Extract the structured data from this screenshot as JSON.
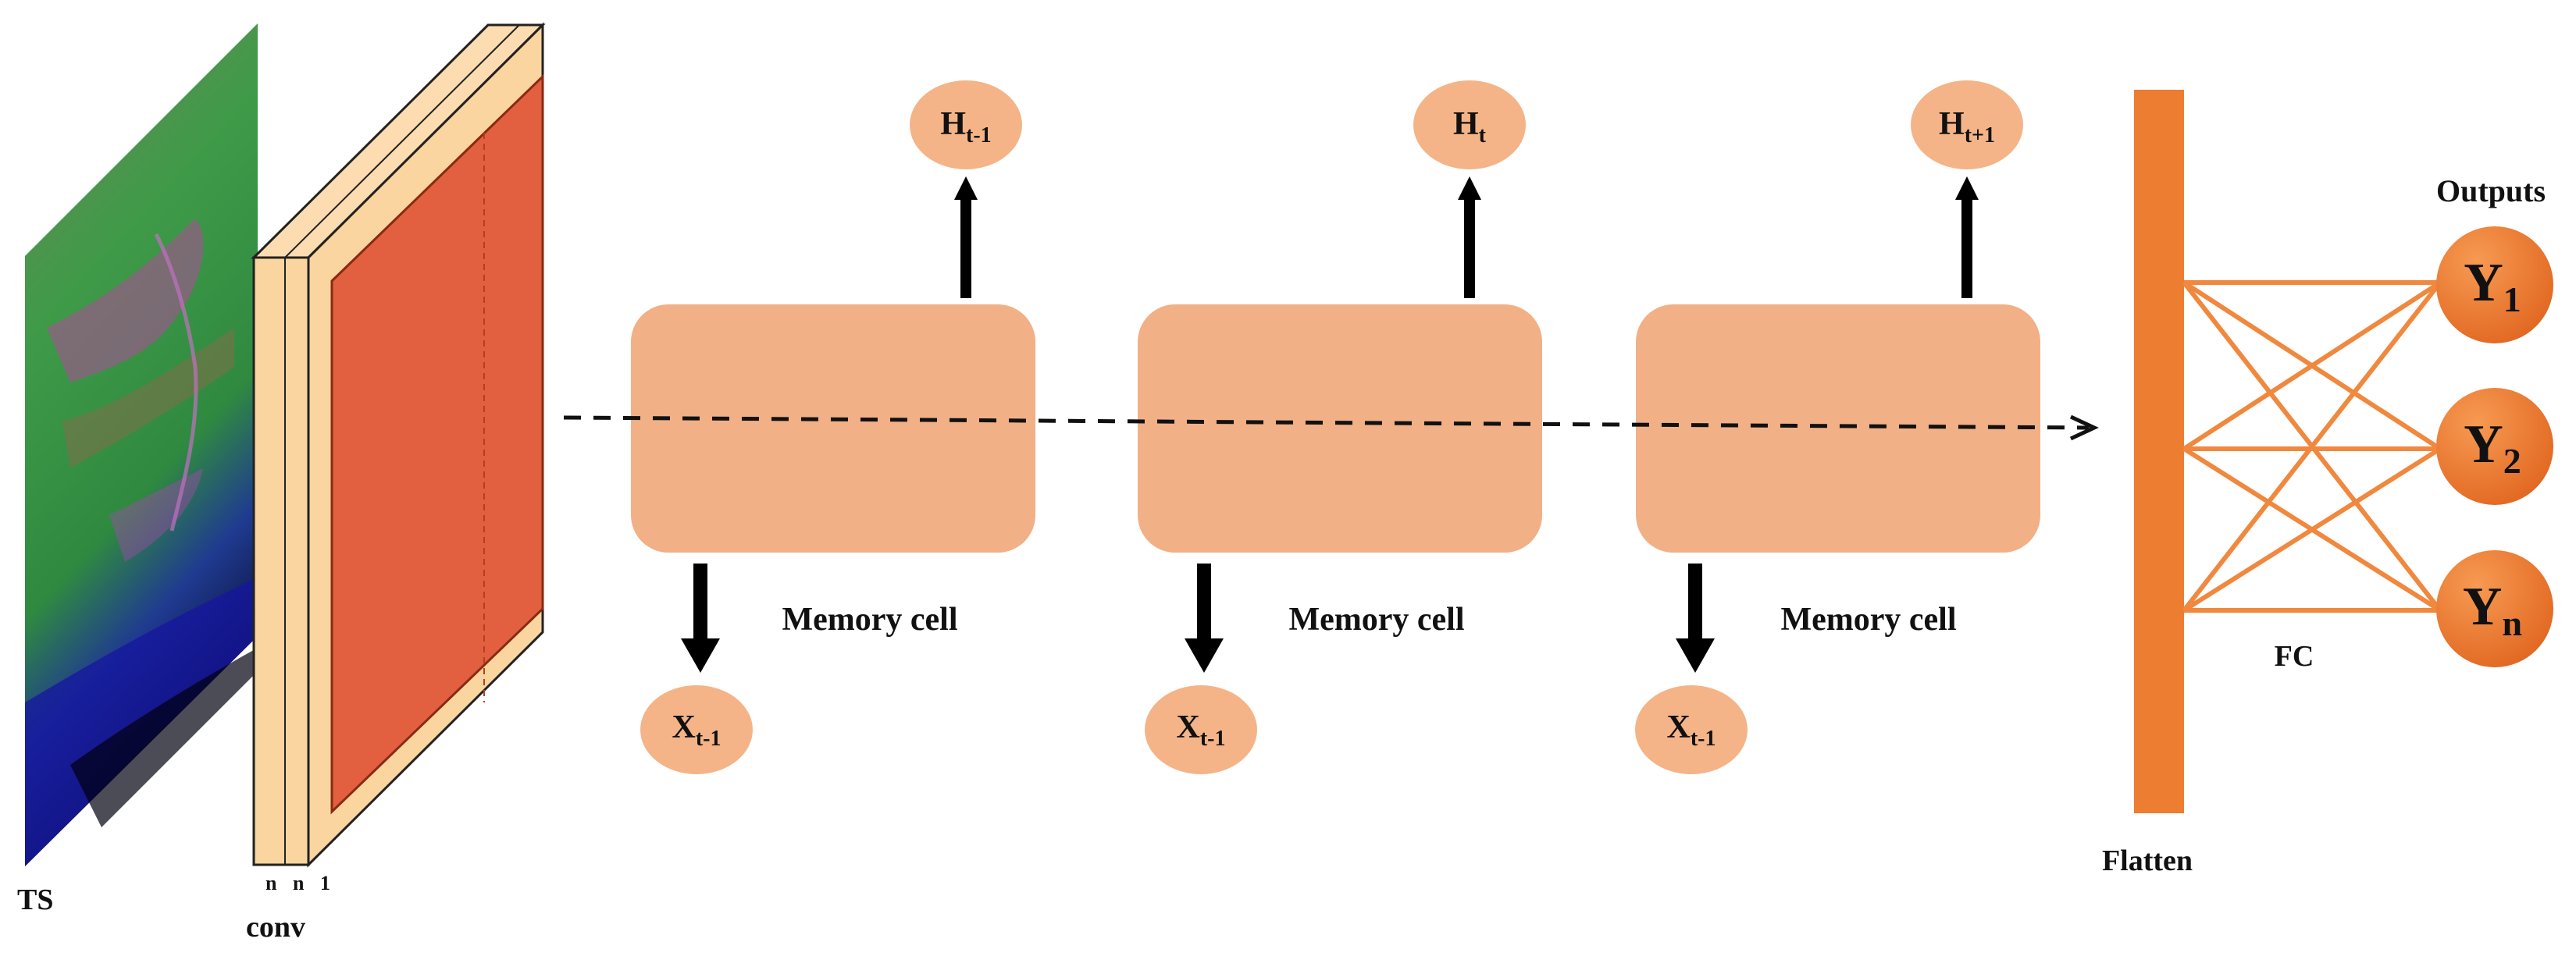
{
  "labels": {
    "ts": "TS",
    "conv": "conv",
    "flatten": "Flatten",
    "fc": "FC",
    "outputs": "Outputs",
    "stack_ticks": [
      "n",
      "n",
      "1"
    ]
  },
  "memory_cells": [
    {
      "label": "Memory cell",
      "hidden": {
        "base": "H",
        "sub": "t-1"
      },
      "input": {
        "base": "X",
        "sub": "t-1"
      }
    },
    {
      "label": "Memory cell",
      "hidden": {
        "base": "H",
        "sub": "t"
      },
      "input": {
        "base": "X",
        "sub": "t-1"
      }
    },
    {
      "label": "Memory cell",
      "hidden": {
        "base": "H",
        "sub": "t+1"
      },
      "input": {
        "base": "X",
        "sub": "t-1"
      }
    }
  ],
  "outputs": [
    {
      "base": "Y",
      "sub": "1"
    },
    {
      "base": "Y",
      "sub": "2"
    },
    {
      "base": "Y",
      "sub": "n"
    }
  ],
  "colors": {
    "cell_fill": "#f2b086",
    "node_fill": "#f4b487",
    "orange": "#ed7d31",
    "orange_line": "#f0883e",
    "conv_face": "#e2603f",
    "conv_slab": "#fbd5a0",
    "arrow": "#000000"
  }
}
